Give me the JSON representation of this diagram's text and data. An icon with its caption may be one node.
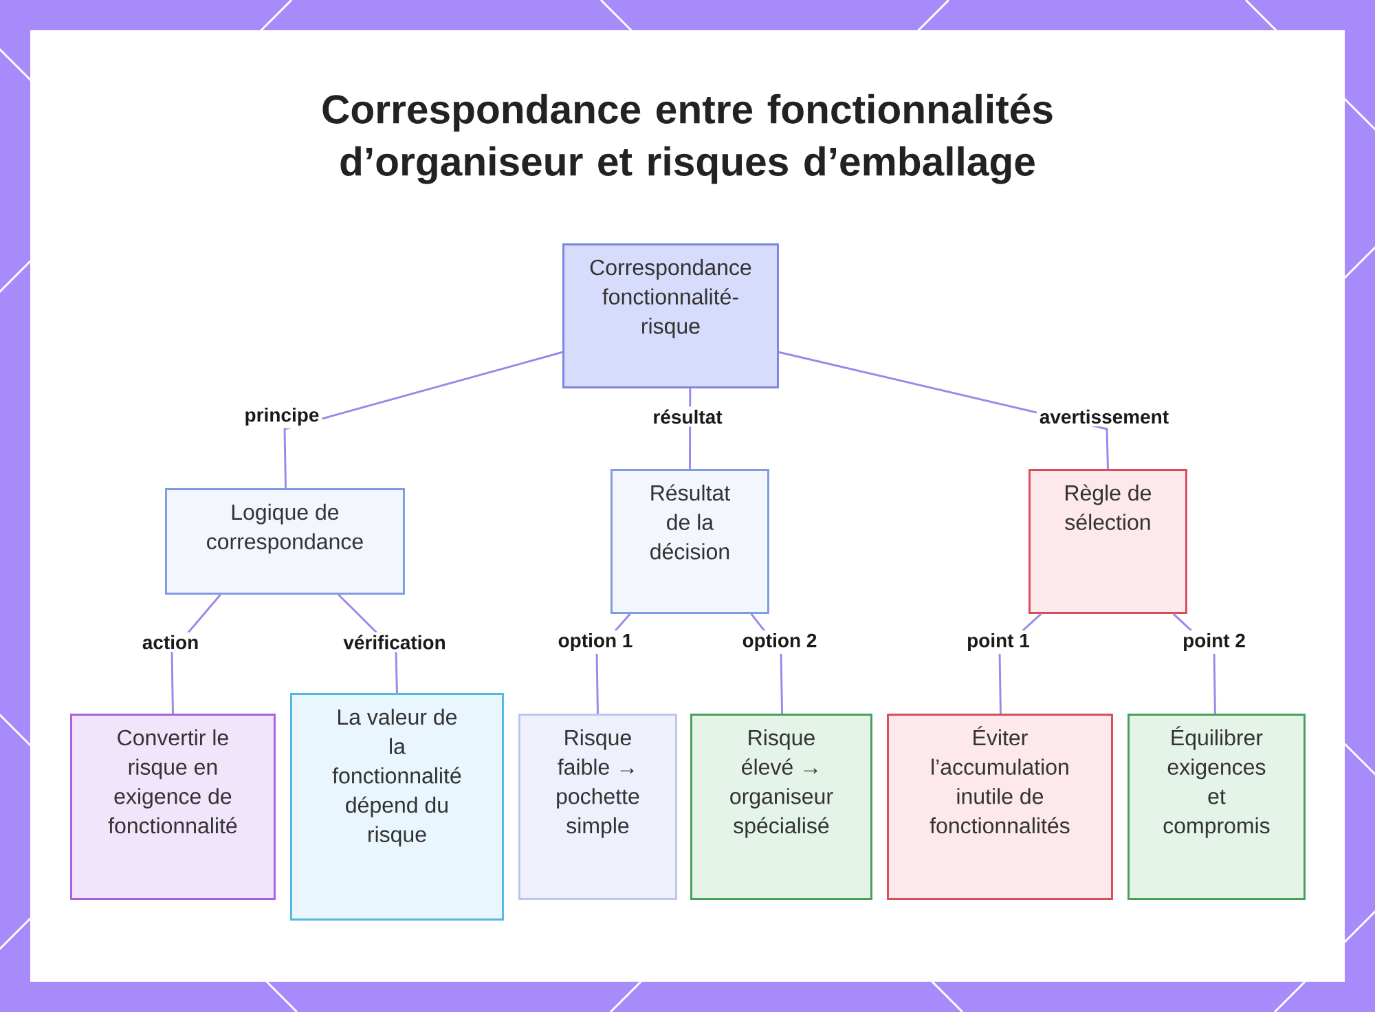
{
  "diagram": {
    "title": "Correspondance entre fonctionnalités d’organiseur et risques d’emballage",
    "nodes": [
      {
        "text": [
          "Correspondance fonctionnalité-risque"
        ]
      },
      {
        "text": [
          "Logique de correspondance"
        ]
      },
      {
        "text": [
          "Résultat de la décision"
        ]
      },
      {
        "text": [
          "Règle de sélection"
        ]
      },
      {
        "text": [
          "Convertir le risque en exigence de fonctionnalité"
        ]
      },
      {
        "text": [
          "La valeur de la fonctionnalité dépend du risque"
        ]
      },
      {
        "text": [
          "Risque faible → pochette simple"
        ]
      },
      {
        "text": [
          "Risque élevé → organiseur spécialisé"
        ]
      },
      {
        "text": [
          "Éviter l’accumulation inutile de fonctionnalités"
        ]
      },
      {
        "text": [
          "Équilibrer exigences et compromis"
        ]
      }
    ],
    "edges": [
      {
        "from": 0,
        "to": 1,
        "arrow": "none",
        "label": "principe"
      },
      {
        "from": 0,
        "to": 2,
        "arrow": "none",
        "label": "résultat"
      },
      {
        "from": 0,
        "to": 3,
        "arrow": "none",
        "label": "avertissement"
      },
      {
        "from": 1,
        "to": 4,
        "arrow": "none",
        "label": "action"
      },
      {
        "from": 1,
        "to": 5,
        "arrow": "none",
        "label": "vérification"
      },
      {
        "from": 2,
        "to": 6,
        "arrow": "none",
        "label": "option 1"
      },
      {
        "from": 2,
        "to": 7,
        "arrow": "none",
        "label": "option 2"
      },
      {
        "from": 3,
        "to": 8,
        "arrow": "none",
        "label": "point 1"
      },
      {
        "from": 3,
        "to": 9,
        "arrow": "none",
        "label": "point 2"
      }
    ]
  }
}
